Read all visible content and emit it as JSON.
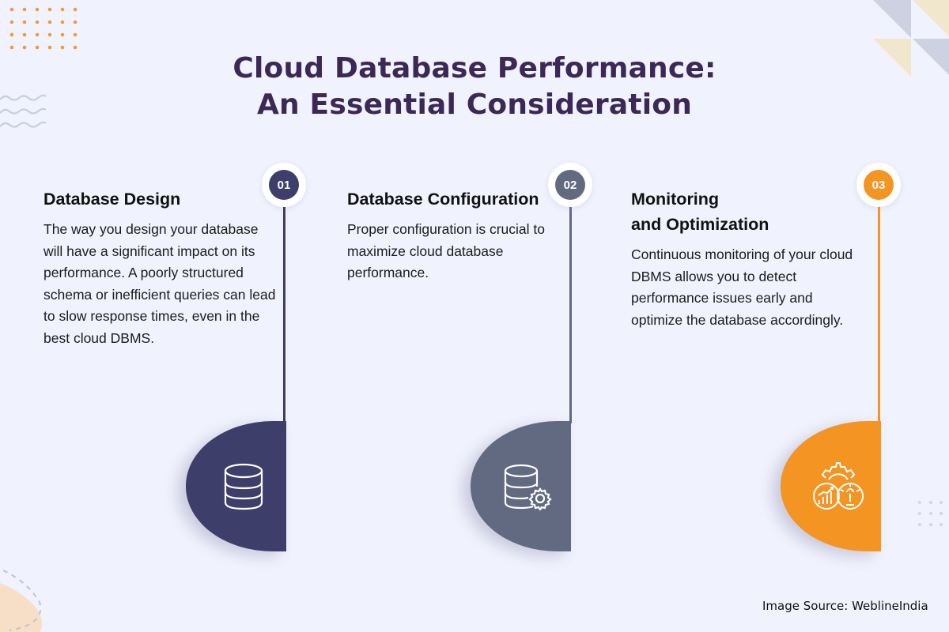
{
  "title": {
    "line1": "Cloud Database Performance:",
    "line2": "An Essential Consideration"
  },
  "colors": {
    "title": "#3c2857",
    "step1": "#3e3e6b",
    "step2": "#626a82",
    "step3": "#f39423",
    "background": "#f0f2fd"
  },
  "steps": [
    {
      "number": "01",
      "heading": "Database Design",
      "body": "The way you design your database will have a significant impact on its performance. A poorly structured schema or inefficient queries can lead to slow response times, even in the best cloud DBMS.",
      "icon": "database-icon"
    },
    {
      "number": "02",
      "heading": "Database Configuration",
      "body": "Proper configuration is crucial to maximize cloud database performance.",
      "icon": "database-gear-icon"
    },
    {
      "number": "03",
      "heading_line1": "Monitoring",
      "heading_line2": "and Optimization",
      "body": "Continuous monitoring of your cloud DBMS allows you to detect performance issues early and optimize the database accordingly.",
      "icon": "monitoring-optimization-icon"
    }
  ],
  "footer": {
    "source": "Image Source: WeblineIndia"
  }
}
